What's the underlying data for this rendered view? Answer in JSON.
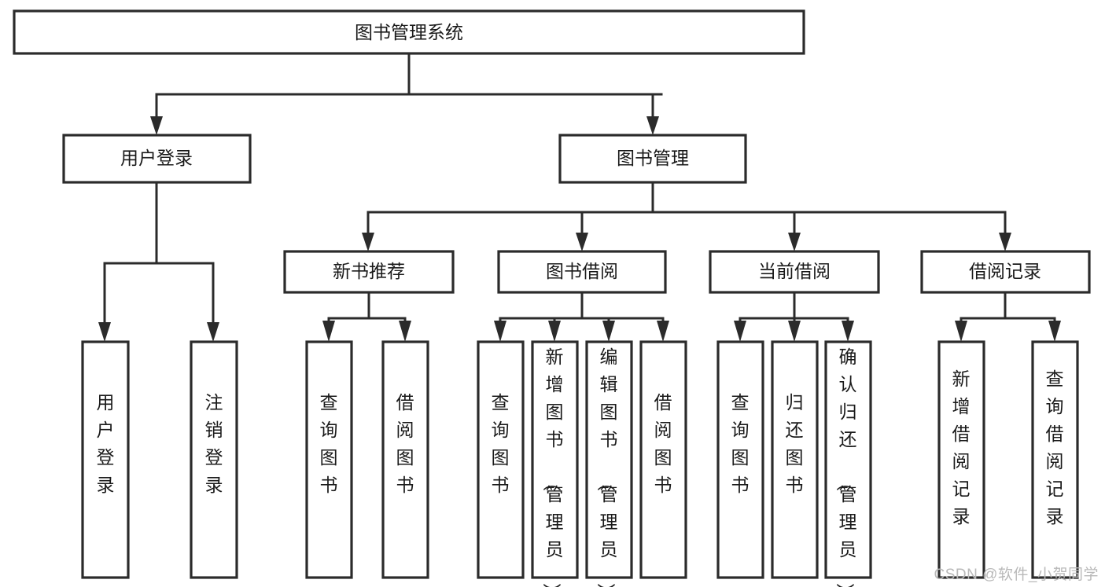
{
  "diagram": {
    "type": "tree-hierarchy-chart",
    "title": "图书管理系统功能结构图",
    "root": {
      "id": "root",
      "label": "图书管理系统",
      "orientation": "horizontal"
    },
    "level1": [
      {
        "id": "user-login",
        "label": "用户登录",
        "orientation": "horizontal"
      },
      {
        "id": "book-manage",
        "label": "图书管理",
        "orientation": "horizontal"
      }
    ],
    "level2": [
      {
        "id": "new-book-rec",
        "label": "新书推荐",
        "parent": "book-manage",
        "orientation": "horizontal"
      },
      {
        "id": "book-borrow",
        "label": "图书借阅",
        "parent": "book-manage",
        "orientation": "horizontal"
      },
      {
        "id": "current-borrow",
        "label": "当前借阅",
        "parent": "book-manage",
        "orientation": "horizontal"
      },
      {
        "id": "borrow-record",
        "label": "借阅记录",
        "parent": "book-manage",
        "orientation": "horizontal"
      }
    ],
    "leaves": [
      {
        "id": "leaf-user-login",
        "label": "用户登录",
        "parent": "user-login",
        "orientation": "vertical"
      },
      {
        "id": "leaf-user-logout",
        "label": "注销登录",
        "parent": "user-login",
        "orientation": "vertical"
      },
      {
        "id": "leaf-query-book-1",
        "label": "查询图书",
        "parent": "new-book-rec",
        "orientation": "vertical"
      },
      {
        "id": "leaf-borrow-book-1",
        "label": "借阅图书",
        "parent": "new-book-rec",
        "orientation": "vertical"
      },
      {
        "id": "leaf-query-book-2",
        "label": "查询图书",
        "parent": "book-borrow",
        "orientation": "vertical"
      },
      {
        "id": "leaf-add-book",
        "label": "新增图书（管理员）",
        "parent": "book-borrow",
        "orientation": "vertical"
      },
      {
        "id": "leaf-edit-book",
        "label": "编辑图书（管理员）",
        "parent": "book-borrow",
        "orientation": "vertical"
      },
      {
        "id": "leaf-borrow-book-2",
        "label": "借阅图书",
        "parent": "book-borrow",
        "orientation": "vertical"
      },
      {
        "id": "leaf-query-book-3",
        "label": "查询图书",
        "parent": "current-borrow",
        "orientation": "vertical"
      },
      {
        "id": "leaf-return-book",
        "label": "归还图书",
        "parent": "current-borrow",
        "orientation": "vertical"
      },
      {
        "id": "leaf-confirm-return",
        "label": "确认归还（管理员）",
        "parent": "current-borrow",
        "orientation": "vertical"
      },
      {
        "id": "leaf-add-record",
        "label": "新增借阅记录",
        "parent": "borrow-record",
        "orientation": "vertical"
      },
      {
        "id": "leaf-query-record",
        "label": "查询借阅记录",
        "parent": "borrow-record",
        "orientation": "vertical"
      }
    ],
    "colors": {
      "stroke": "#2b2b2b",
      "fill": "#ffffff",
      "text": "#1a1a1a",
      "watermark": "#b9b9b9",
      "background": "#ffffff"
    }
  },
  "watermark": {
    "text": "CSDN @软件_小贺同学"
  }
}
